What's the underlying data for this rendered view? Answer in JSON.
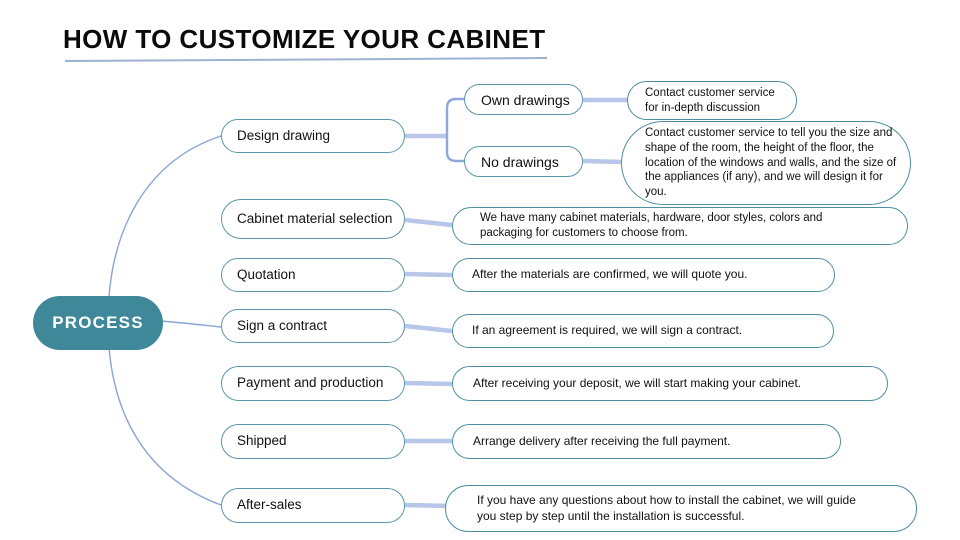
{
  "page": {
    "title": "HOW TO CUSTOMIZE YOUR CABINET"
  },
  "root": {
    "label": "PROCESS"
  },
  "steps": [
    {
      "label": "Design drawing",
      "children": [
        {
          "label": "Own drawings",
          "note": "Contact customer service for in-depth discussion"
        },
        {
          "label": "No drawings",
          "note": "Contact customer service to tell you the size and shape of the room, the height of the floor, the location of the windows and walls, and the size of the appliances (if any), and we will design it for you."
        }
      ]
    },
    {
      "label": "Cabinet material selection",
      "note": "We have many cabinet materials, hardware, door styles, colors and packaging for customers to choose from."
    },
    {
      "label": "Quotation",
      "note": "After the materials are confirmed, we will quote you."
    },
    {
      "label": "Sign a contract",
      "note": "If an agreement is required, we will sign a contract."
    },
    {
      "label": "Payment and production",
      "note": "After receiving your deposit, we will start making your cabinet."
    },
    {
      "label": "Shipped",
      "note": "Arrange delivery after receiving the full payment."
    },
    {
      "label": "After-sales",
      "note": "If you have any questions about how to install the cabinet, we will guide you step by step until the installation is successful."
    }
  ],
  "colors": {
    "root_fill": "#3e8899",
    "node_border": "#5b95a9",
    "bubble_border": "#4d8fa4",
    "branch_line": "#8aa3d4",
    "link_line": "#b7c6e9",
    "title_underline": "#9db1d4"
  }
}
